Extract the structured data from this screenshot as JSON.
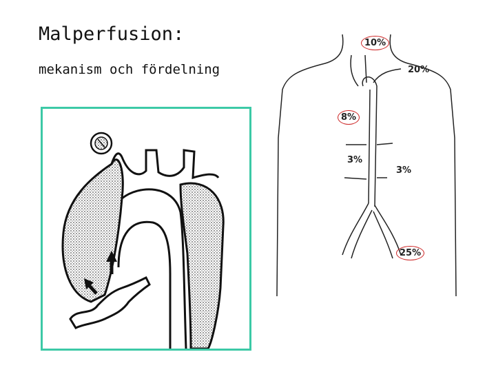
{
  "title": "Malperfusion:",
  "subtitle": "mekanism och fördelning",
  "distribution": {
    "head": "10%",
    "arm": "20%",
    "upper_trunk": "8%",
    "kidney_left": "3%",
    "kidney_right": "3%",
    "legs": "25%"
  },
  "colors": {
    "panel_border": "#3cc9a6",
    "highlight_circle": "#cc2222"
  }
}
